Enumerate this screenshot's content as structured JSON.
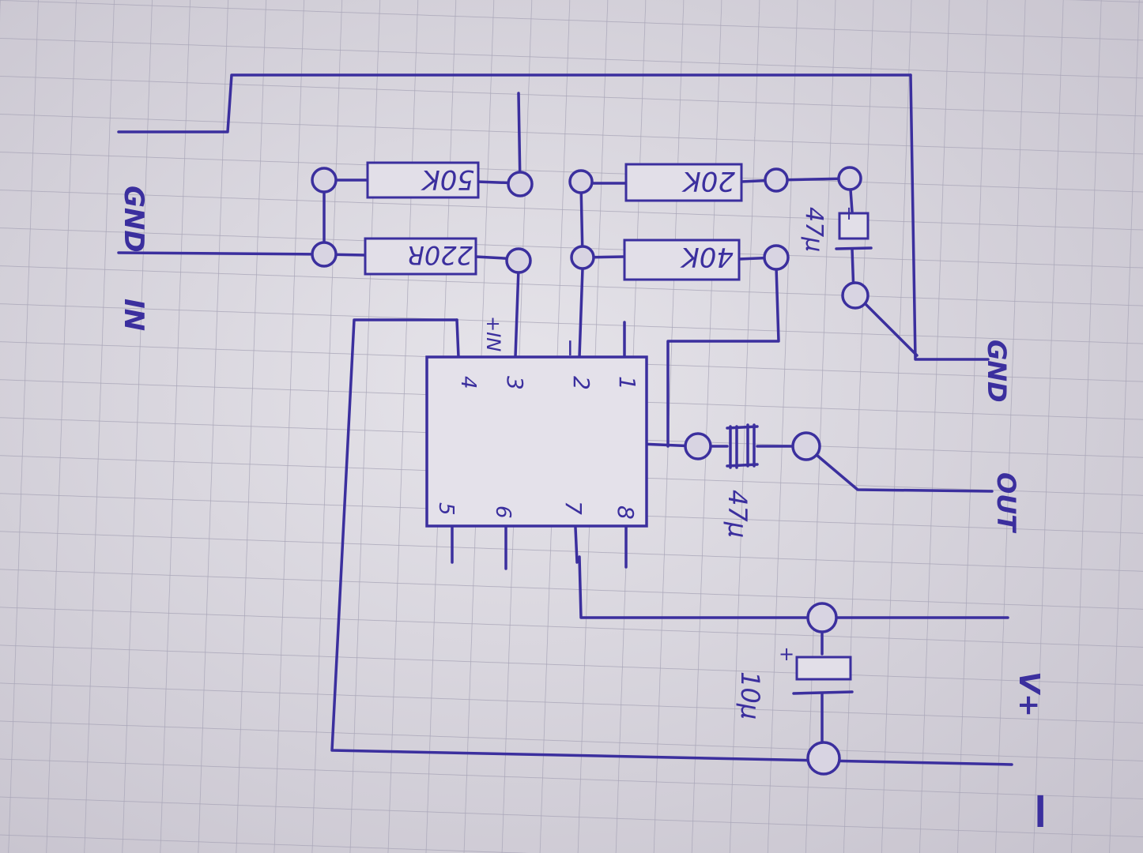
{
  "colors": {
    "ink": "#3b2f9e",
    "paper": "#dedbe2",
    "grid": "#a9a6b8"
  },
  "labels": {
    "gnd_top": "GND",
    "in": "IN",
    "gnd_right": "GND",
    "out": "OUT",
    "v_plus": "V+",
    "minus": "−"
  },
  "resistors": {
    "r50k": "50K",
    "r220r": "220R",
    "r20k": "20K",
    "r40k": "40K"
  },
  "capacitors": {
    "c47_top": "47μ",
    "c47_out": "47μ",
    "c10": "10μ",
    "plus": "+"
  },
  "ic": {
    "pins_top": [
      "4",
      "3",
      "2",
      "1"
    ],
    "pins_bottom": [
      "5",
      "6",
      "7",
      "8"
    ],
    "pin3_label": "+IN",
    "pin2_label": "−"
  }
}
